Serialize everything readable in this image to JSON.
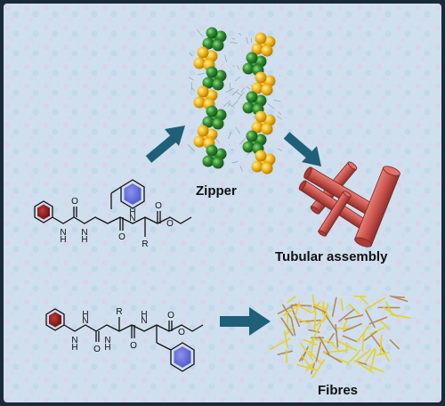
{
  "labels": {
    "zipper": "Zipper",
    "tubular": "Tubular assembly",
    "fibres": "Fibres"
  },
  "structure_letters": {
    "nh": "N",
    "h": "H",
    "o": "O",
    "r": "R"
  },
  "colors": {
    "frame": "#1b2a38",
    "background": "#cfe1ef",
    "arrow": "#1f5f78",
    "dark_ring": "#9b1c1c",
    "blue_ring": "#6b72e0",
    "tube": "#c9544e",
    "green_sphere": "#2f8a2f",
    "yellow_sphere": "#f2b51a",
    "fibre_yellow": "#e6d226",
    "fibre_brown": "#b58a5a"
  }
}
